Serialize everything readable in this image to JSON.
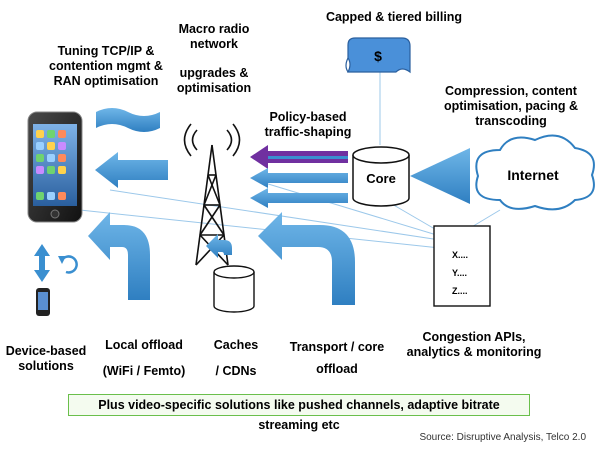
{
  "labels": {
    "tuning": [
      "Tuning TCP/IP &",
      "contention mgmt &",
      "RAN optimisation"
    ],
    "macro": [
      "Macro radio",
      "network"
    ],
    "upgrades": [
      "upgrades &",
      "optimisation"
    ],
    "billing": "Capped & tiered billing",
    "compression": [
      "Compression, content",
      "optimisation, pacing &",
      "transcoding"
    ],
    "policy": [
      "Policy-based",
      "traffic-shaping"
    ],
    "device": [
      "Device-based",
      "solutions"
    ],
    "local_offload": [
      "Local offload",
      "(WiFi / Femto)"
    ],
    "caches": [
      "Caches",
      "/ CDNs"
    ],
    "transport": [
      "Transport / core",
      "offload"
    ],
    "congestion": [
      "Congestion APIs,",
      "analytics & monitoring"
    ]
  },
  "nodes": {
    "core": "Core",
    "internet": "Internet",
    "billing_symbol": "$",
    "analytics_lines": [
      "X....",
      "Y....",
      "Z...."
    ]
  },
  "banner": "Plus video-specific solutions like pushed channels, adaptive bitrate streaming etc",
  "source": "Source: Disruptive Analysis, Telco 2.0",
  "colors": {
    "arrow_blue": "#3a8fd0",
    "arrow_dark": "#1f5f9a",
    "purple_stripe": "#7030a0",
    "banner_border": "#6abf4b"
  },
  "icons": [
    "smartphone-icon",
    "small-phone-icon",
    "cell-tower-icon",
    "document-icon",
    "cloud-icon",
    "database-icon",
    "bill-icon",
    "cycle-icon"
  ]
}
